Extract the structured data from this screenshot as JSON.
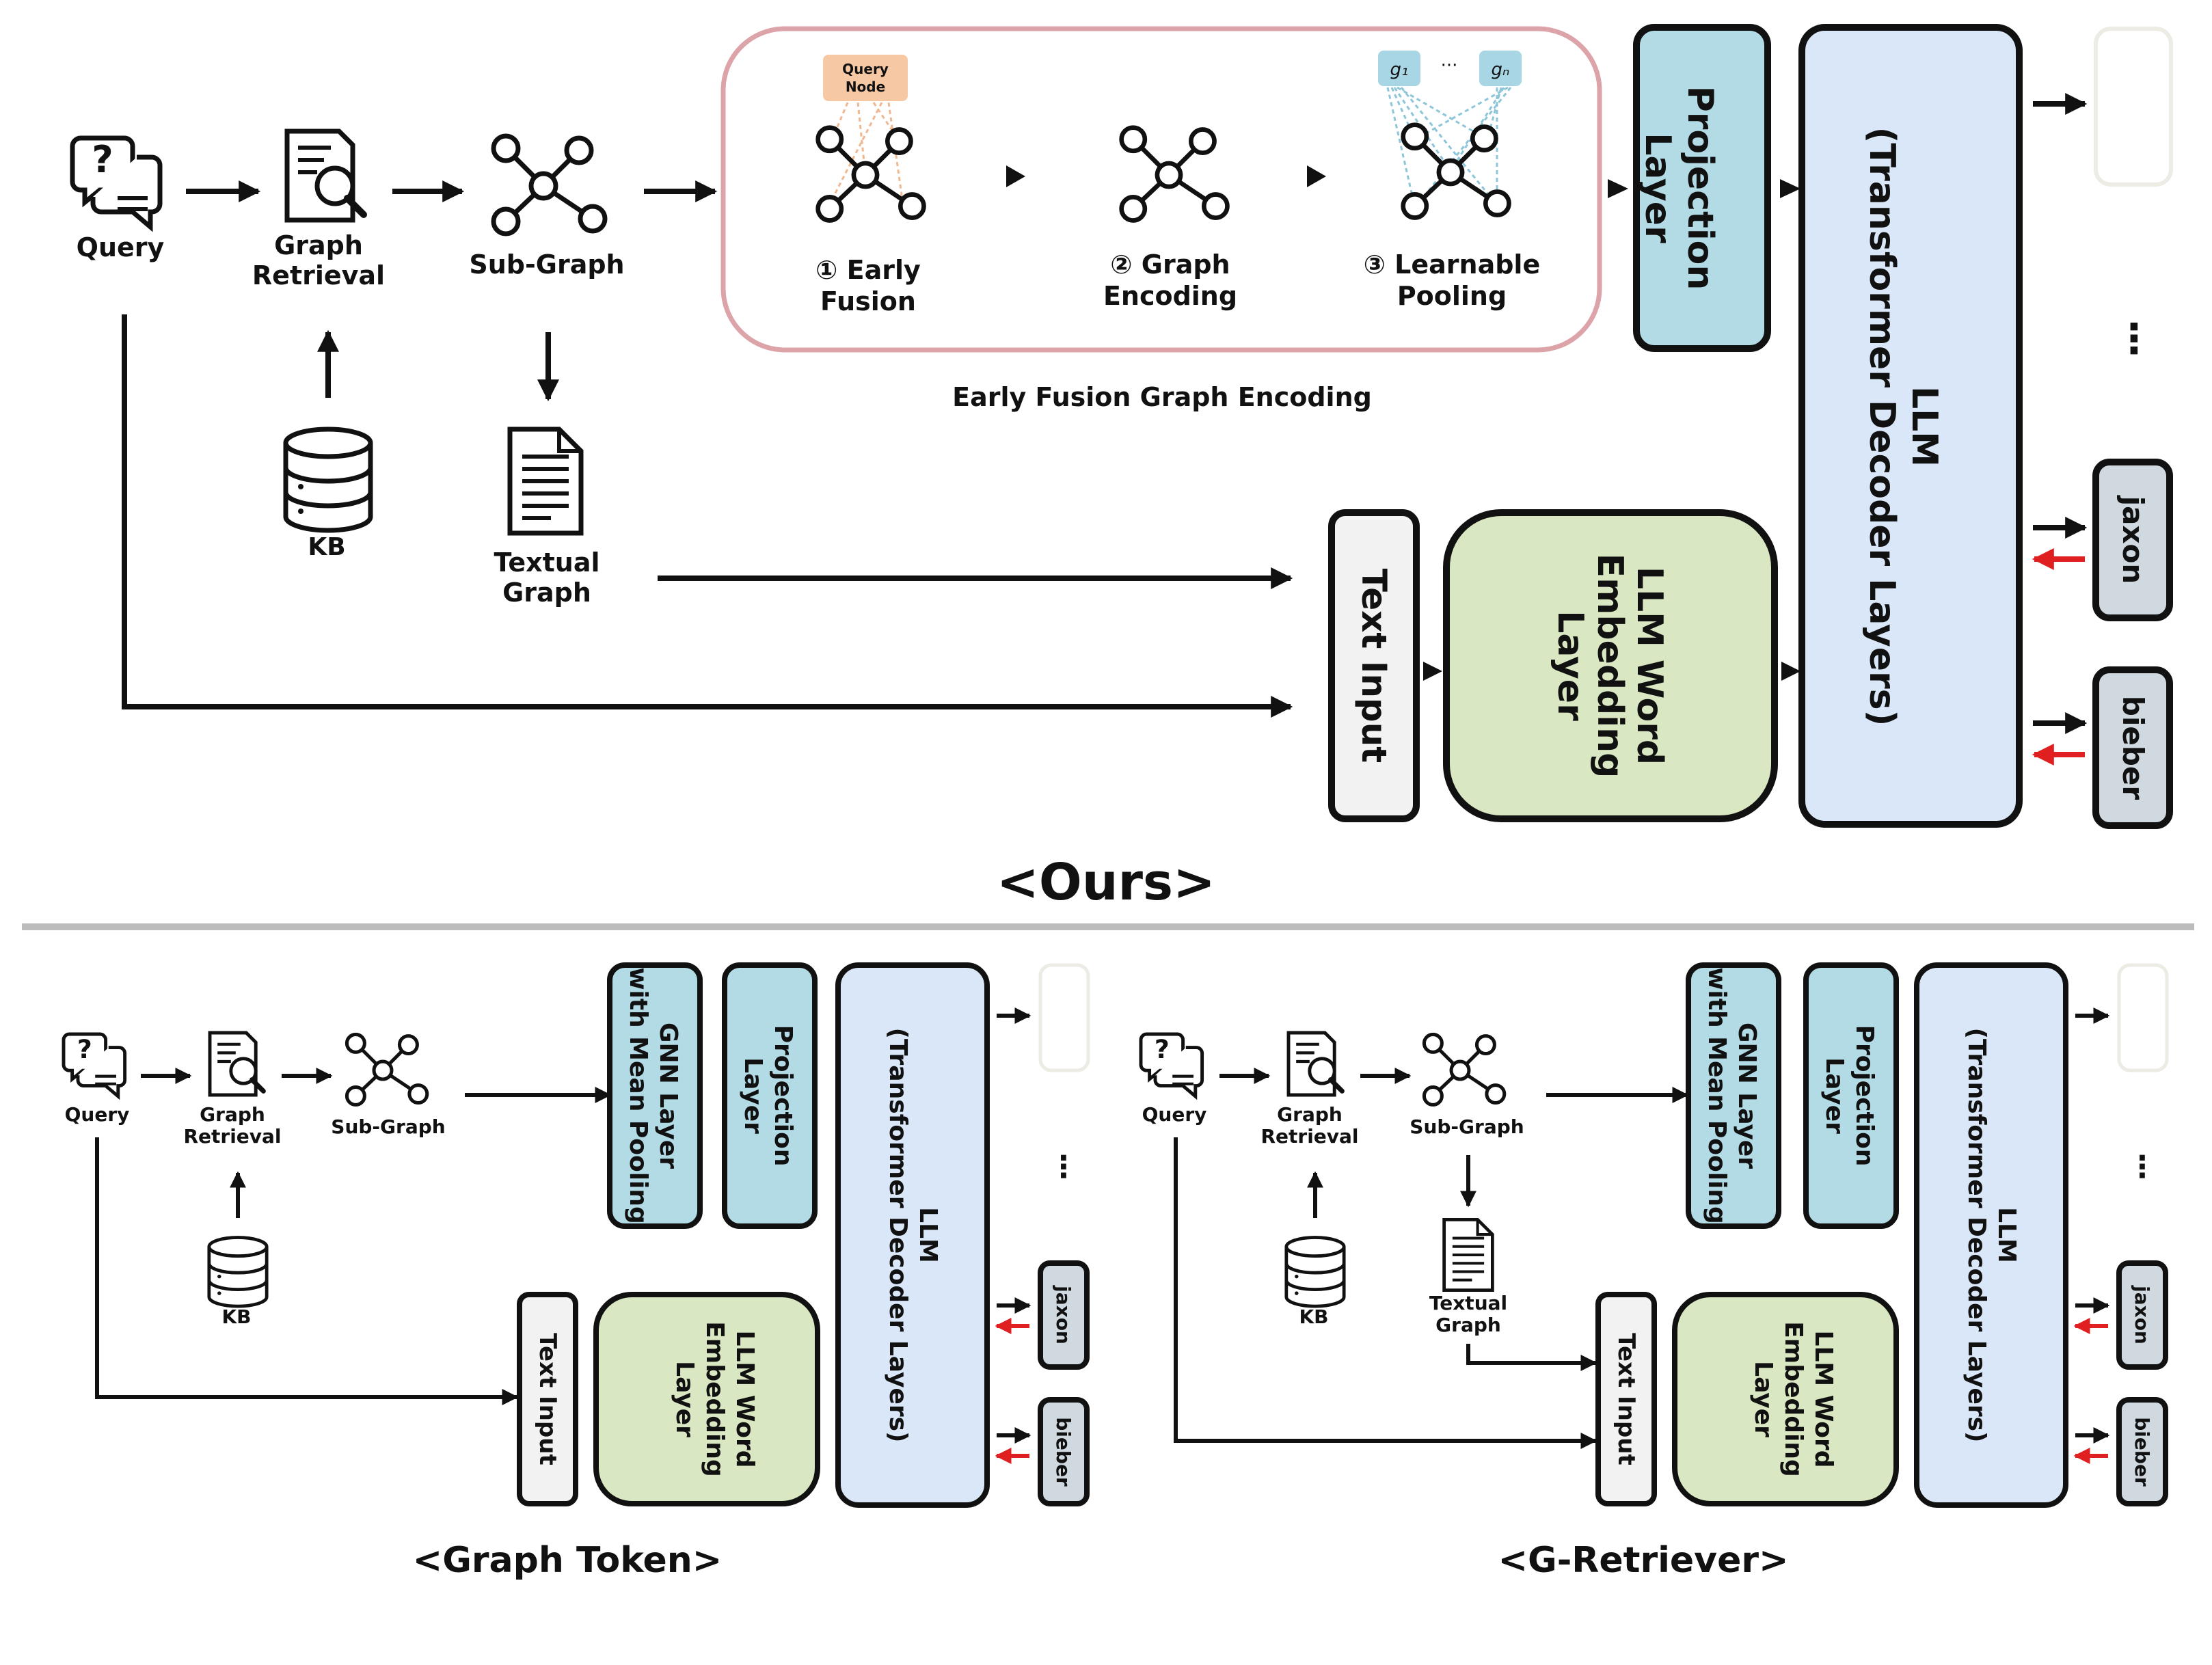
{
  "colors": {
    "fusion_border": "#dca3a8",
    "query_node_fill": "#f7c8a4",
    "pooled_token_fill": "#a9d6e4",
    "projection_fill": "#b3dbe6",
    "llm_fill": "#d9e7f8",
    "word_embedding_fill": "#d9e7c2",
    "text_input_fill": "#f2f2f2",
    "output_token_fill": "#cfd9df",
    "red_arrow": "#e02020",
    "divider": "#bcbcbc"
  },
  "ours": {
    "query": "Query",
    "graph_retrieval_1": "Graph",
    "graph_retrieval_2": "Retrieval",
    "sub_graph": "Sub-Graph",
    "kb": "KB",
    "textual_graph_1": "Textual",
    "textual_graph_2": "Graph",
    "query_node_1": "Query",
    "query_node_2": "Node",
    "step1_1": "① Early",
    "step1_2": "Fusion",
    "step2_1": "② Graph",
    "step2_2": "Encoding",
    "step3_1": "③ Learnable",
    "step3_2": "Pooling",
    "g1": "g₁",
    "gdots": "···",
    "gn": "gₙ",
    "fusion_caption": "Early Fusion Graph Encoding",
    "projection_1": "Projection",
    "projection_2": "Layer",
    "llm_1": "LLM",
    "llm_2": "(Transformer Decoder Layers)",
    "text_input": "Text Input",
    "word_emb_1": "LLM Word",
    "word_emb_2": "Embedding",
    "word_emb_3": "Layer",
    "token_jaxon": "jaxon",
    "token_bieber": "bieber",
    "dots": "⋮",
    "title": "<Ours>"
  },
  "graph_token": {
    "query": "Query",
    "graph_retrieval_1": "Graph",
    "graph_retrieval_2": "Retrieval",
    "sub_graph": "Sub-Graph",
    "kb": "KB",
    "gnn_1": "GNN Layer",
    "gnn_2": "with Mean Pooling",
    "projection_1": "Projection",
    "projection_2": "Layer",
    "llm_1": "LLM",
    "llm_2": "(Transformer Decoder Layers)",
    "text_input": "Text Input",
    "word_emb_1": "LLM Word",
    "word_emb_2": "Embedding",
    "word_emb_3": "Layer",
    "token_jaxon": "jaxon",
    "token_bieber": "bieber",
    "dots": "⋮",
    "title": "<Graph Token>"
  },
  "g_retriever": {
    "query": "Query",
    "graph_retrieval_1": "Graph",
    "graph_retrieval_2": "Retrieval",
    "sub_graph": "Sub-Graph",
    "kb": "KB",
    "textual_graph_1": "Textual",
    "textual_graph_2": "Graph",
    "gnn_1": "GNN Layer",
    "gnn_2": "with Mean Pooling",
    "projection_1": "Projection",
    "projection_2": "Layer",
    "llm_1": "LLM",
    "llm_2": "(Transformer Decoder Layers)",
    "text_input": "Text Input",
    "word_emb_1": "LLM Word",
    "word_emb_2": "Embedding",
    "word_emb_3": "Layer",
    "token_jaxon": "jaxon",
    "token_bieber": "bieber",
    "dots": "⋮",
    "title": "<G-Retriever>"
  }
}
